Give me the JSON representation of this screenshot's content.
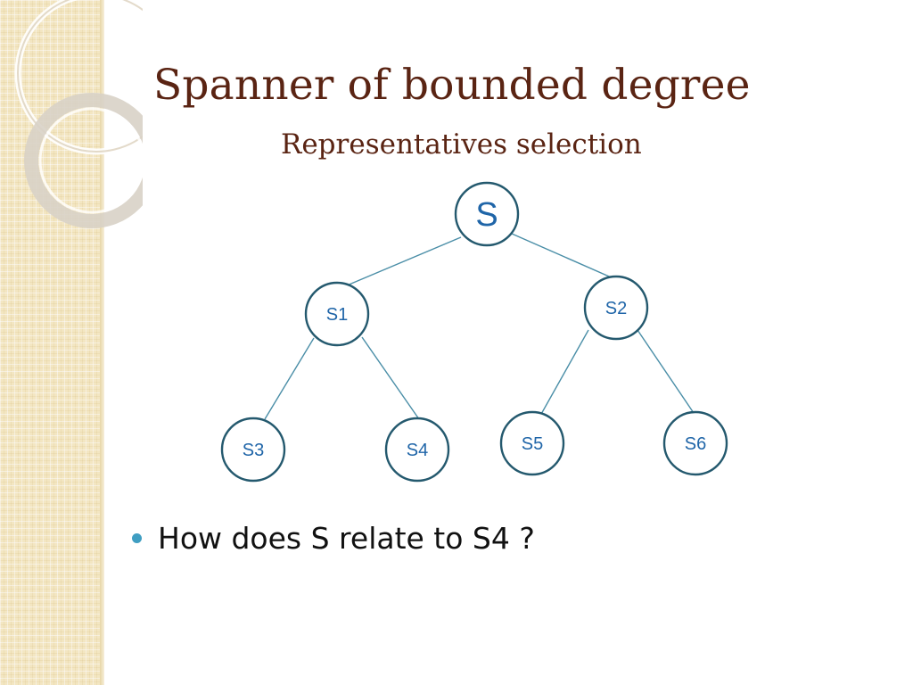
{
  "slide": {
    "title": "Spanner of bounded degree",
    "subtitle": "Representatives selection",
    "bullet": "How does S relate to S4 ?"
  },
  "tree": {
    "root": {
      "label": "S"
    },
    "nodes": [
      {
        "id": "s1",
        "label": "S1"
      },
      {
        "id": "s2",
        "label": "S2"
      },
      {
        "id": "s3",
        "label": "S3"
      },
      {
        "id": "s4",
        "label": "S4"
      },
      {
        "id": "s5",
        "label": "S5"
      },
      {
        "id": "s6",
        "label": "S6"
      }
    ],
    "edges": [
      [
        "S",
        "S1"
      ],
      [
        "S",
        "S2"
      ],
      [
        "S1",
        "S3"
      ],
      [
        "S1",
        "S4"
      ],
      [
        "S2",
        "S5"
      ],
      [
        "S2",
        "S6"
      ]
    ]
  },
  "colors": {
    "title": "#5a2413",
    "node_label": "#1f65a8",
    "node_border": "#24596e",
    "edge": "#4a8ea7",
    "bullet": "#3f9ec2",
    "sidebar": "#f3e6c2"
  }
}
